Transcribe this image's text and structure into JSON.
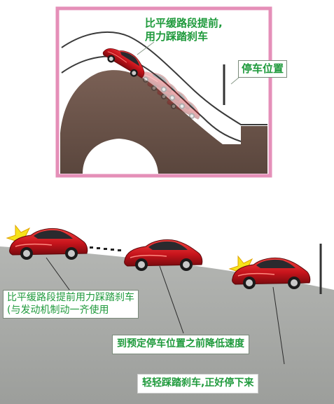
{
  "top_scene": {
    "label_brake_early_line1": "比平缓路段提前,",
    "label_brake_early_line2": "用力踩踏刹车",
    "label_stop_position": "停车位置"
  },
  "bottom_scene": {
    "label_brake_early_line1": "比平缓路段提前用力踩踏刹车",
    "label_brake_early_line2": "(与发动机制动一齐使用",
    "label_slow_down": "到预定停车位置之前降低速度",
    "label_gentle_brake": "轻轻踩踏刹车,正好停下来"
  },
  "colors": {
    "frame_pink": "#e58fb8",
    "ground_brown": "#6b5348",
    "slope_gray": "#a9aba8",
    "label_green": "#1f9a3c",
    "car_red": "#c8141c",
    "flash_yellow": "#f6e21a"
  }
}
